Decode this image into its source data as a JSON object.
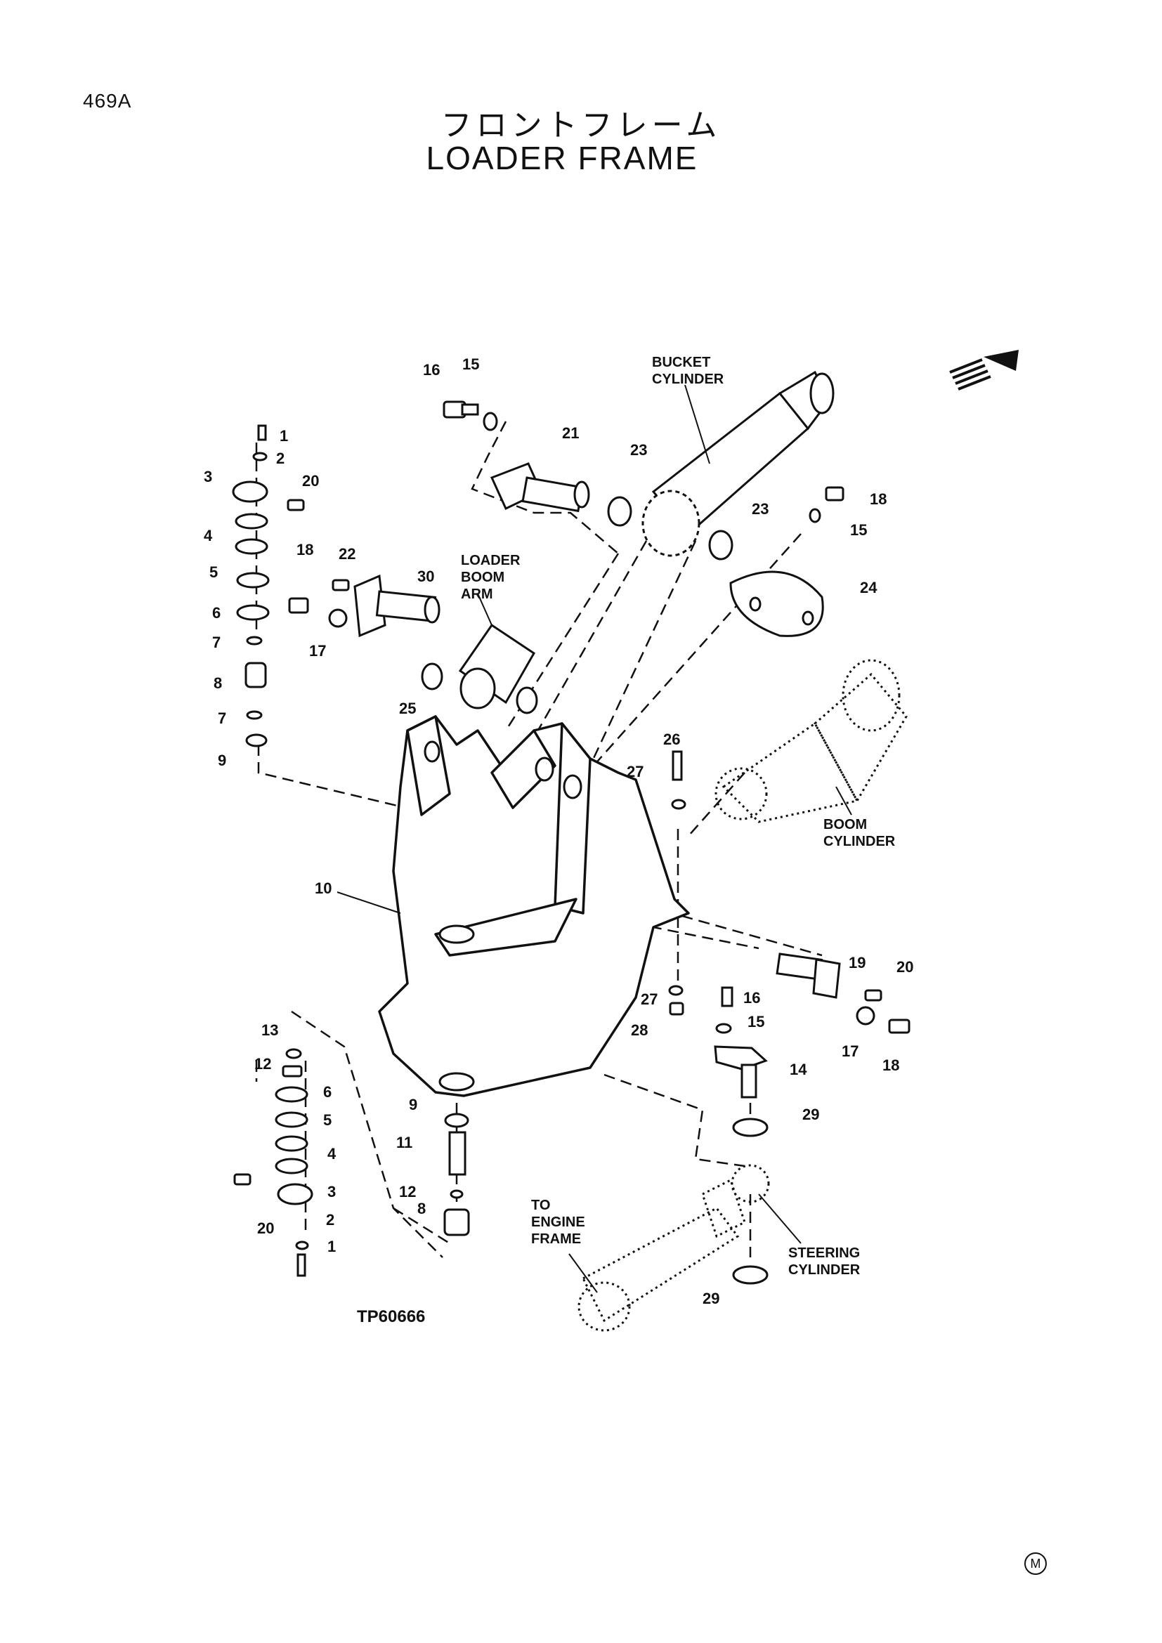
{
  "header": {
    "page_code": "469A",
    "title_jp": "フロントフレーム",
    "title_en": "LOADER FRAME"
  },
  "labels": {
    "bucket_cylinder": [
      "BUCKET",
      "CYLINDER"
    ],
    "loader_boom_arm": [
      "LOADER",
      "BOOM",
      "ARM"
    ],
    "boom_cylinder": [
      "BOOM",
      "CYLINDER"
    ],
    "to_engine_frame": [
      "TO",
      "ENGINE",
      "FRAME"
    ],
    "steering_cylinder": [
      "STEERING",
      "CYLINDER"
    ]
  },
  "figure_code": "TP60666",
  "mark": "M",
  "callouts": [
    {
      "id": "c16a",
      "text": "16"
    },
    {
      "id": "c15a",
      "text": "15"
    },
    {
      "id": "c21",
      "text": "21"
    },
    {
      "id": "c23a",
      "text": "23"
    },
    {
      "id": "c23b",
      "text": "23"
    },
    {
      "id": "c18a",
      "text": "18"
    },
    {
      "id": "c15b",
      "text": "15"
    },
    {
      "id": "c24",
      "text": "24"
    },
    {
      "id": "c1a",
      "text": "1"
    },
    {
      "id": "c2a",
      "text": "2"
    },
    {
      "id": "c3a",
      "text": "3"
    },
    {
      "id": "c20a",
      "text": "20"
    },
    {
      "id": "c4a",
      "text": "4"
    },
    {
      "id": "c5a",
      "text": "5"
    },
    {
      "id": "c6a",
      "text": "6"
    },
    {
      "id": "c7a",
      "text": "7"
    },
    {
      "id": "c8a",
      "text": "8"
    },
    {
      "id": "c7b",
      "text": "7"
    },
    {
      "id": "c9a",
      "text": "9"
    },
    {
      "id": "c18b",
      "text": "18"
    },
    {
      "id": "c22",
      "text": "22"
    },
    {
      "id": "c30",
      "text": "30"
    },
    {
      "id": "c17a",
      "text": "17"
    },
    {
      "id": "c25",
      "text": "25"
    },
    {
      "id": "c26",
      "text": "26"
    },
    {
      "id": "c27a",
      "text": "27"
    },
    {
      "id": "c10",
      "text": "10"
    },
    {
      "id": "c19",
      "text": "19"
    },
    {
      "id": "c20b",
      "text": "20"
    },
    {
      "id": "c27b",
      "text": "27"
    },
    {
      "id": "c16b",
      "text": "16"
    },
    {
      "id": "c15c",
      "text": "15"
    },
    {
      "id": "c28",
      "text": "28"
    },
    {
      "id": "c17b",
      "text": "17"
    },
    {
      "id": "c18c",
      "text": "18"
    },
    {
      "id": "c14",
      "text": "14"
    },
    {
      "id": "c29a",
      "text": "29"
    },
    {
      "id": "c13",
      "text": "13"
    },
    {
      "id": "c12a",
      "text": "12"
    },
    {
      "id": "c6b",
      "text": "6"
    },
    {
      "id": "c5b",
      "text": "5"
    },
    {
      "id": "c4b",
      "text": "4"
    },
    {
      "id": "c3b",
      "text": "3"
    },
    {
      "id": "c9b",
      "text": "9"
    },
    {
      "id": "c11",
      "text": "11"
    },
    {
      "id": "c12b",
      "text": "12"
    },
    {
      "id": "c8b",
      "text": "8"
    },
    {
      "id": "c20c",
      "text": "20"
    },
    {
      "id": "c2b",
      "text": "2"
    },
    {
      "id": "c1b",
      "text": "1"
    },
    {
      "id": "c29b",
      "text": "29"
    }
  ]
}
